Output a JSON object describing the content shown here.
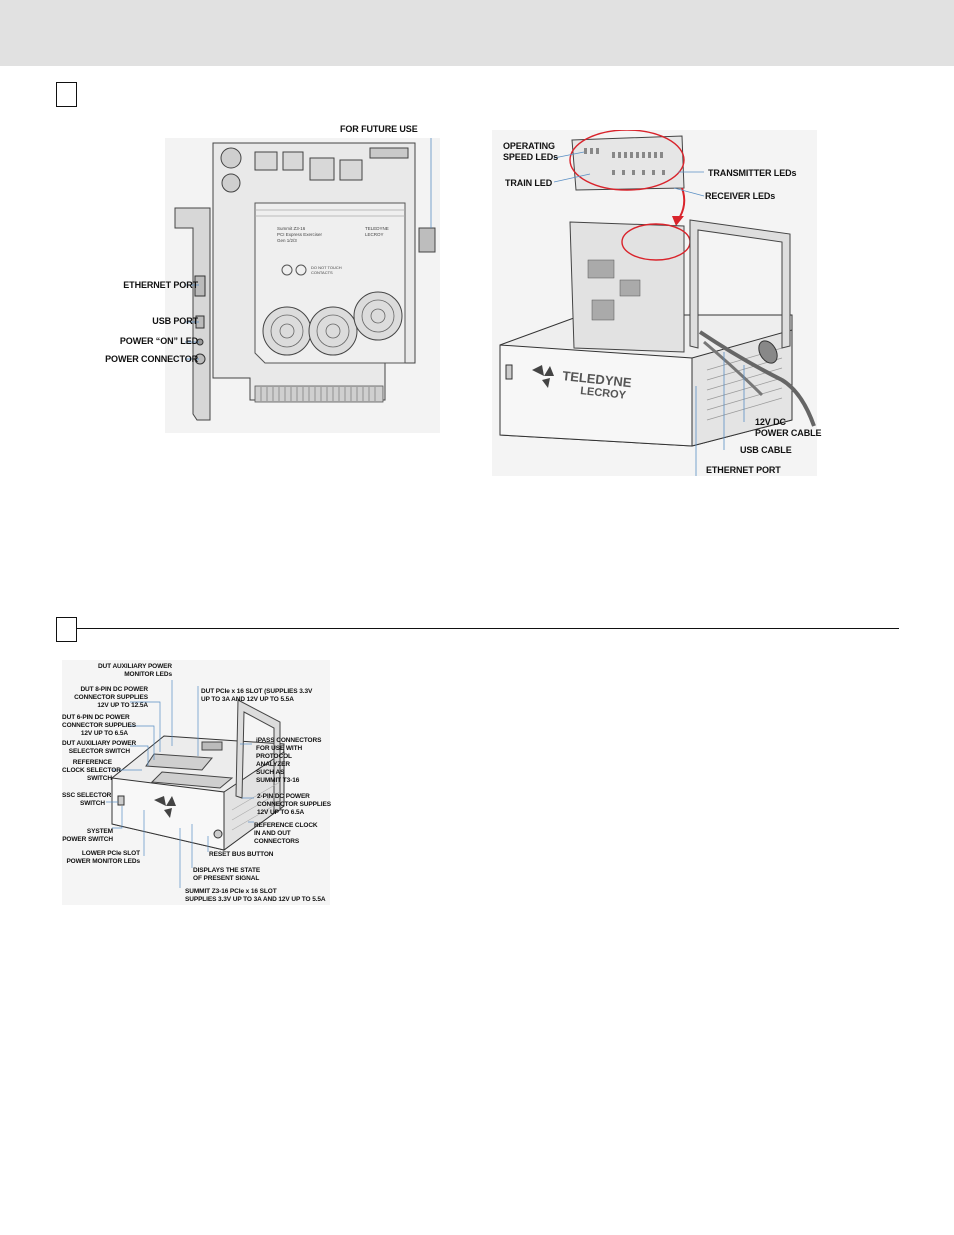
{
  "figure1": {
    "card_labels": {
      "future_use": "FOR FUTURE USE",
      "ethernet": "ETHERNET PORT",
      "usb": "USB PORT",
      "power_led": "POWER “ON” LED",
      "power_connector": "POWER CONNECTOR"
    },
    "chassis_labels": {
      "operating_speed": "OPERATING\nSPEED LEDs",
      "train": "TRAIN LED",
      "transmitter": "TRANSMITTER LEDs",
      "receiver": "RECEIVER LEDs",
      "power_cable": "12V DC\nPOWER CABLE",
      "usb_cable": "USB CABLE",
      "ethernet": "ETHERNET PORT"
    }
  },
  "figure2": {
    "left_labels": {
      "aux_monitor": "DUT AUXILIARY POWER\nMONITOR LEDs",
      "pin8": "DUT 8-PIN DC POWER\nCONNECTOR SUPPLIES\n12V UP TO 12.5A",
      "pin6": "DUT 6-PIN DC POWER\nCONNECTOR SUPPLIES\n12V UP TO 6.5A",
      "aux_selector": "DUT AUXILIARY POWER\nSELECTOR SWITCH",
      "refclk_selector": "REFERENCE\nCLOCK SELECTOR\nSWITCH",
      "ssc": "SSC SELECTOR\nSWITCH",
      "system_power": "SYSTEM\nPOWER SWITCH",
      "lower_slot": "LOWER PCIe SLOT\nPOWER MONITOR LEDs"
    },
    "right_labels": {
      "dut_slot": "DUT PCIe x 16 SLOT (SUPPLIES 3.3V\nUP TO 3A AND 12V UP TO 5.5A",
      "ipass": "iPASS CONNECTORS\nFOR USE WITH\nPROTOCOL\nANALYZER\nSUCH AS\nSUMMIT T3-16",
      "pin2": "2-PIN DC POWER\nCONNECTOR SUPPLIES\n12V UP TO 6.5A",
      "refclk": "REFERENCE CLOCK\nIN AND OUT\nCONNECTORS",
      "reset": "RESET BUS BUTTON",
      "signal_state": "DISPLAYS THE STATE\nOF PRESENT SIGNAL",
      "summit_slot": "SUMMIT Z3-16 PCIe x 16 SLOT\nSUPPLIES 3.3V UP TO 3A AND 12V UP TO 5.5A"
    }
  }
}
